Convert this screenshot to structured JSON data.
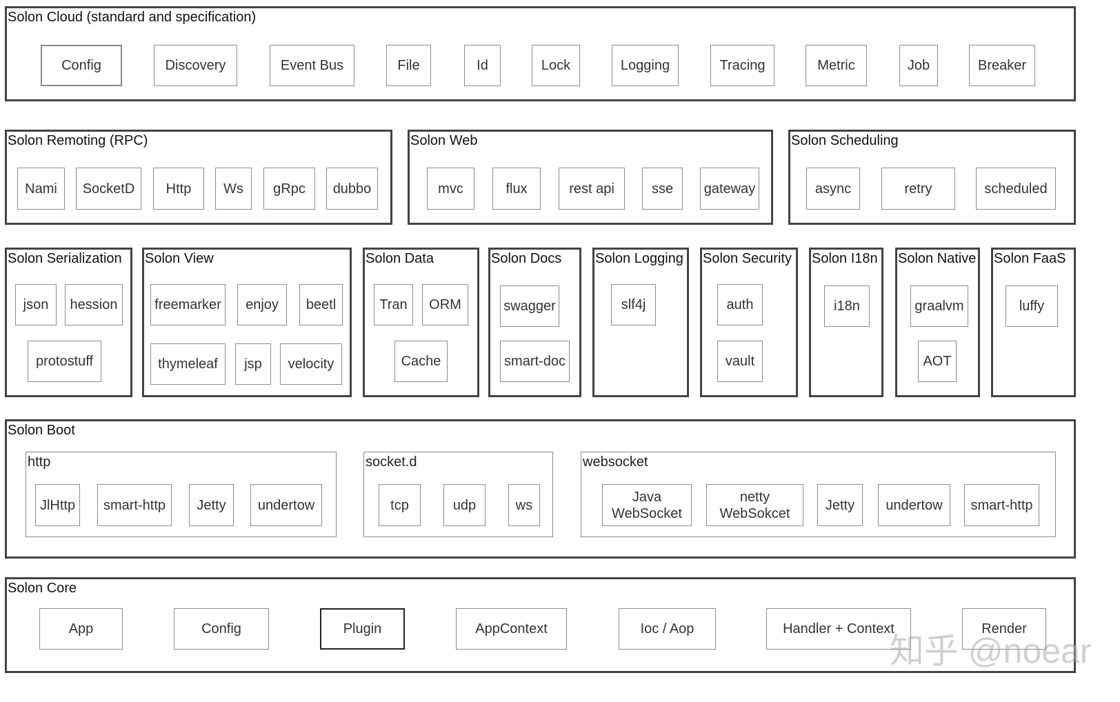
{
  "cloud": {
    "title": "Solon Cloud (standard and specification)",
    "items": [
      "Config",
      "Discovery",
      "Event Bus",
      "File",
      "Id",
      "Lock",
      "Logging",
      "Tracing",
      "Metric",
      "Job",
      "Breaker"
    ]
  },
  "remoting": {
    "title": "Solon Remoting (RPC)",
    "items": [
      "Nami",
      "SocketD",
      "Http",
      "Ws",
      "gRpc",
      "dubbo"
    ]
  },
  "web": {
    "title": "Solon Web",
    "items": [
      "mvc",
      "flux",
      "rest api",
      "sse",
      "gateway"
    ]
  },
  "scheduling": {
    "title": "Solon Scheduling",
    "items": [
      "async",
      "retry",
      "scheduled"
    ]
  },
  "serialization": {
    "title": "Solon Serialization",
    "items": [
      "json",
      "hession",
      "protostuff"
    ]
  },
  "view": {
    "title": "Solon View",
    "items": [
      "freemarker",
      "enjoy",
      "beetl",
      "thymeleaf",
      "jsp",
      "velocity"
    ]
  },
  "data": {
    "title": "Solon Data",
    "items": [
      "Tran",
      "ORM",
      "Cache"
    ]
  },
  "docs": {
    "title": "Solon Docs",
    "items": [
      "swagger",
      "smart-doc"
    ]
  },
  "logging": {
    "title": "Solon Logging",
    "items": [
      "slf4j"
    ]
  },
  "security": {
    "title": "Solon Security",
    "items": [
      "auth",
      "vault"
    ]
  },
  "i18n": {
    "title": "Solon I18n",
    "items": [
      "i18n"
    ]
  },
  "native": {
    "title": "Solon Native",
    "items": [
      "graalvm",
      "AOT"
    ]
  },
  "faas": {
    "title": "Solon FaaS",
    "items": [
      "luffy"
    ]
  },
  "boot": {
    "title": "Solon Boot",
    "http": {
      "title": "http",
      "items": [
        "JlHttp",
        "smart-http",
        "Jetty",
        "undertow"
      ]
    },
    "socketd": {
      "title": "socket.d",
      "items": [
        "tcp",
        "udp",
        "ws"
      ]
    },
    "websocket": {
      "title": "websocket",
      "items": [
        "Java\nWebSocket",
        "netty\nWebSokcet",
        "Jetty",
        "undertow",
        "smart-http"
      ]
    }
  },
  "core": {
    "title": "Solon Core",
    "items": [
      "App",
      "Config",
      "Plugin",
      "AppContext",
      "Ioc / Aop",
      "Handler + Context",
      "Render"
    ]
  },
  "watermark": "知乎 @noear"
}
